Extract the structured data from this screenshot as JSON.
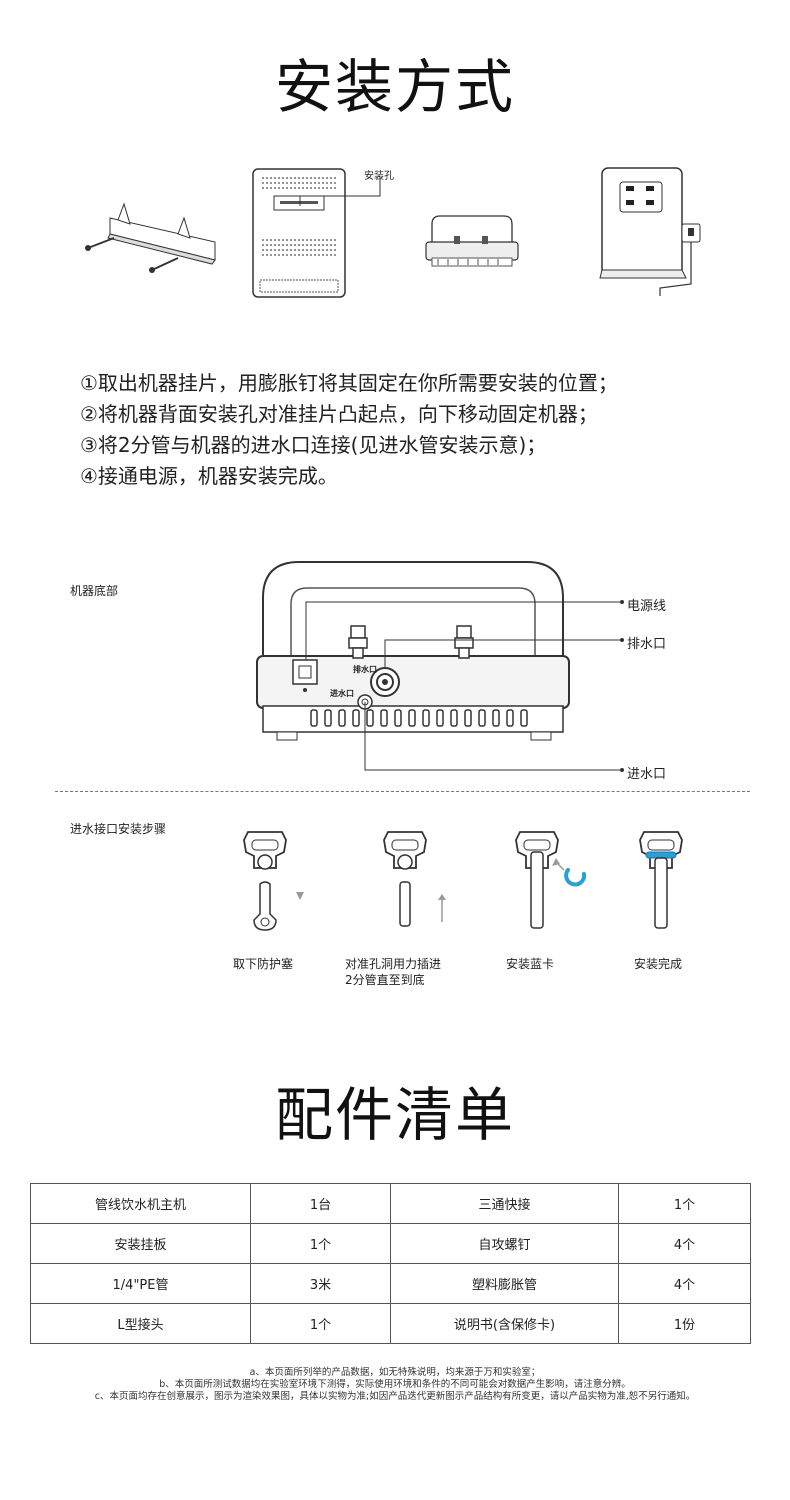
{
  "install": {
    "title": "安装方式",
    "hole_label": "安装孔",
    "steps": [
      "①取出机器挂片，用膨胀钉将其固定在你所需要安装的位置；",
      "②将机器背面安装孔对准挂片凸起点，向下移动固定机器；",
      "③将2分管与机器的进水口连接(见进水管安装示意)；",
      "④接通电源，机器安装完成。"
    ]
  },
  "bottom": {
    "section_label": "机器底部",
    "callouts": {
      "power": "电源线",
      "drain": "排水口",
      "inlet": "进水口"
    },
    "device_text": {
      "drain": "排水口",
      "inlet": "进水口"
    }
  },
  "inlet_steps": {
    "section_label": "进水接口安装步骤",
    "captions": [
      {
        "line1": "取下防护塞",
        "line2": ""
      },
      {
        "line1": "对准孔洞用力插进",
        "line2": "2分管直至到底"
      },
      {
        "line1": "安装蓝卡",
        "line2": ""
      },
      {
        "line1": "安装完成",
        "line2": ""
      }
    ],
    "clip_color": "#2a9fd6"
  },
  "parts": {
    "title": "配件清单",
    "rows": [
      [
        "管线饮水机主机",
        "1台",
        "三通快接",
        "1个"
      ],
      [
        "安装挂板",
        "1个",
        "自攻螺钉",
        "4个"
      ],
      [
        "1/4\"PE管",
        "3米",
        "塑料膨胀管",
        "4个"
      ],
      [
        "L型接头",
        "1个",
        "说明书(含保修卡)",
        "1份"
      ]
    ]
  },
  "notes": [
    "a、本页面所列举的产品数据，如无特殊说明，均来源于万和实验室；",
    "b、本页面所测试数据均在实验室环境下测得，实际使用环境和条件的不同可能会对数据产生影响，请注意分辨。",
    "c、本页面均存在创意展示，图示为渲染效果图，具体以实物为准;如因产品迭代更新图示产品结构有所变更，请以产品实物为准,恕不另行通知。"
  ]
}
